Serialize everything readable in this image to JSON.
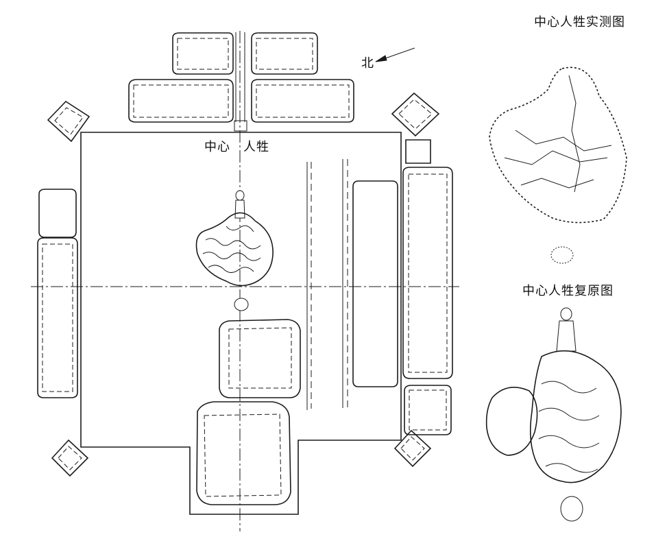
{
  "labels": {
    "north": "北",
    "central_victims": "中心　人牲",
    "measured_title": "中心人牲实测图",
    "reconstruction_title": "中心人牲复原图"
  }
}
